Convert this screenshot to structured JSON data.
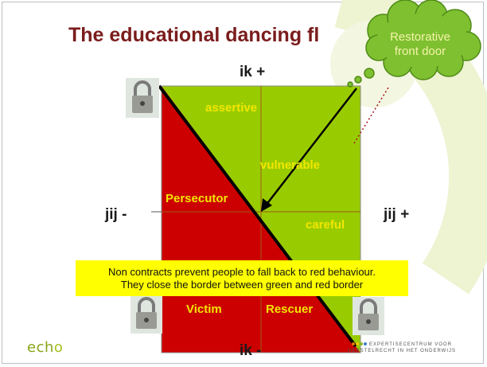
{
  "slide": {
    "title": "The educational dancing fl",
    "axis_top": "ik +",
    "axis_bottom": "ik -",
    "axis_left": "jij -",
    "axis_right": "jij +"
  },
  "quadrants": {
    "assertive": "assertive",
    "vulnerable": "vulnerable",
    "persecutor": "Persecutor",
    "careful": "careful",
    "victim": "Victim",
    "rescuer": "Rescuer"
  },
  "callout": {
    "line1": "Restorative",
    "line2": "front door"
  },
  "note": {
    "line1": "Non contracts prevent people to fall back to red behaviour.",
    "line2": "They close the border between green and red border"
  },
  "footer": {
    "logo_prefix": "ech",
    "logo_suffix": "o",
    "partner_line1": "EXPERTISECENTRUM VOOR",
    "partner_line2": "HERSTELRECHT IN HET ONDERWIJS"
  },
  "colors": {
    "red": "#cc0000",
    "green": "#99cc00",
    "title": "#7b1c1c",
    "highlight": "#ffff00"
  },
  "icons": [
    "padlock-icon",
    "thought-cloud-icon"
  ]
}
